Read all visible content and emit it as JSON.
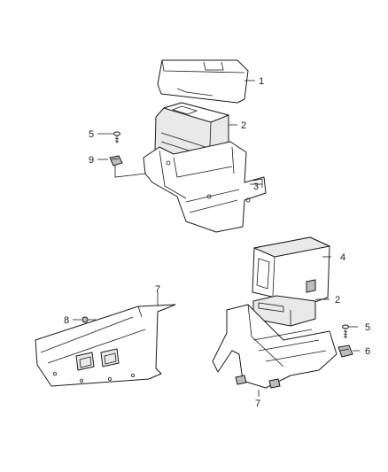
{
  "callouts": {
    "c1": "1",
    "c2_top": "2",
    "c3": "3",
    "c5_left": "5",
    "c9": "9",
    "c4": "4",
    "c2_right": "2",
    "c5_right": "5",
    "c6": "6",
    "c7_left": "7",
    "c8": "8",
    "c7_bottom": "7"
  }
}
